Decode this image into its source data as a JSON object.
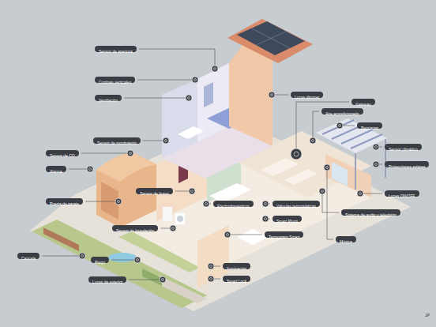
{
  "diagram": {
    "nodes": [
      {
        "text": [
          "Sensor de apertura"
        ]
      },
      {
        "text": [
          "Cortinas verticales"
        ]
      },
      {
        "text": [
          "Ventilación"
        ]
      },
      {
        "text": [
          "Luces dimmer"
        ]
      },
      {
        "text": [
          "Gateway"
        ]
      },
      {
        "text": [
          "Aire acondicionado"
        ]
      },
      {
        "text": [
          "Persianas"
        ]
      },
      {
        "text": [
          "Sensor de movimiento"
        ]
      },
      {
        "text": [
          "Sensor climático"
        ]
      },
      {
        "text": [
          "Sensor de CO"
        ]
      },
      {
        "text": [
          "Protecciones solares"
        ]
      },
      {
        "text": [
          "Alarma"
        ]
      },
      {
        "text": [
          "Sensor de humo"
        ]
      },
      {
        "text": [
          "Luces ON/OFF"
        ]
      },
      {
        "text": [
          "Puerta de garaje"
        ]
      },
      {
        "text": [
          "Electrodomésticos"
        ]
      },
      {
        "text": [
          "Válvulas termostáticas"
        ]
      },
      {
        "text": [
          "Sistema de audio y televisión"
        ]
      },
      {
        "text": [
          "Smart Plugs"
        ]
      },
      {
        "text": [
          "Sensor de inundación"
        ]
      },
      {
        "text": [
          "Termostato Smart"
        ]
      },
      {
        "text": [
          "Música"
        ]
      },
      {
        "text": [
          "Cancela"
        ]
      },
      {
        "text": [
          "Riego"
        ]
      },
      {
        "text": [
          "Iluminación"
        ]
      },
      {
        "text": [
          "Smart Lock"
        ]
      },
      {
        "text": [
          "Luces de exterior"
        ]
      }
    ],
    "labels": [
      "1P"
    ]
  }
}
